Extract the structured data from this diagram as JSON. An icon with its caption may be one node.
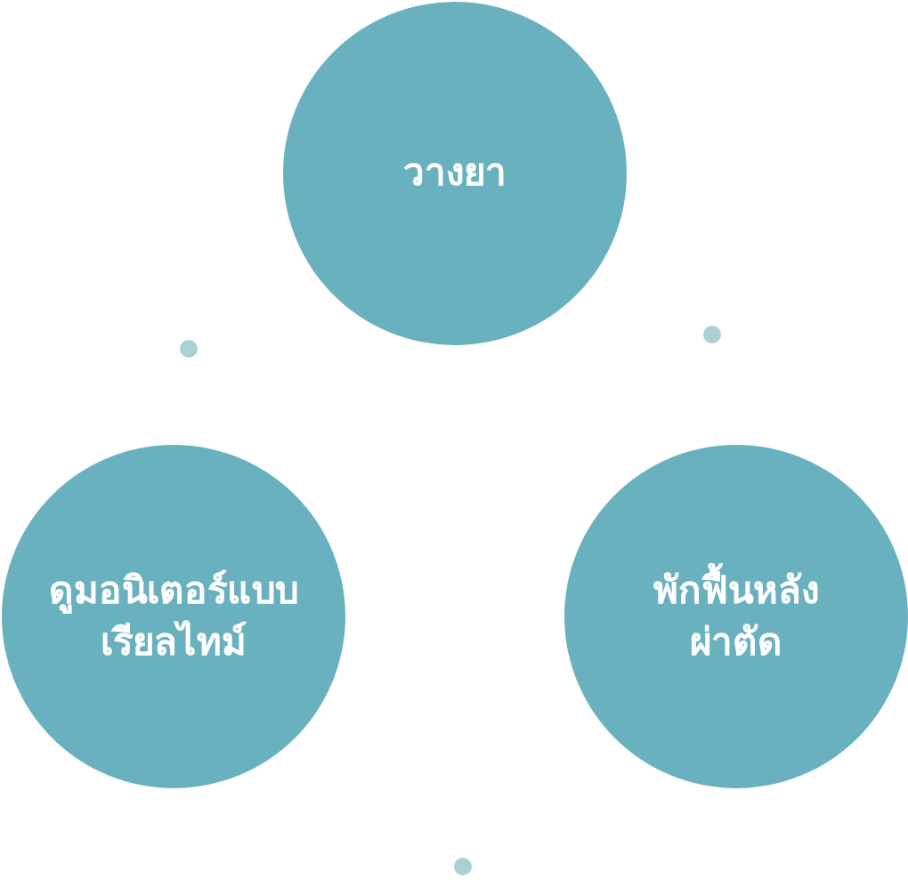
{
  "diagram": {
    "nodes": [
      {
        "text": [
          "วางยา"
        ]
      },
      {
        "text": [
          "ดูมอนิเตอร์แบบเรียลไทม์"
        ]
      },
      {
        "text": [
          "พักฟื้นหลังผ่าตัด"
        ]
      }
    ]
  }
}
